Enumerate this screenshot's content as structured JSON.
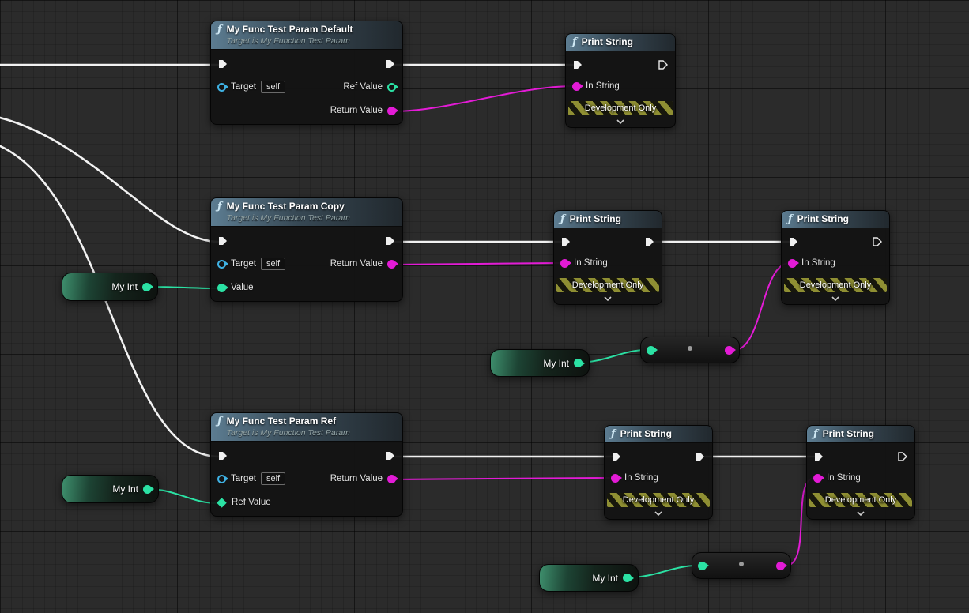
{
  "colors": {
    "exec": "#f2f2f2",
    "string": "#e31bd6",
    "int": "#2be2a4",
    "object": "#3fb2e4"
  },
  "nodes": {
    "func_default": {
      "title": "My Func Test Param Default",
      "subtitle": "Target is My Function Test Param",
      "target_label": "Target",
      "target_value": "self",
      "ref_value_label": "Ref Value",
      "return_value_label": "Return Value"
    },
    "func_copy": {
      "title": "My Func Test Param Copy",
      "subtitle": "Target is My Function Test Param",
      "target_label": "Target",
      "target_value": "self",
      "value_label": "Value",
      "return_value_label": "Return Value"
    },
    "func_ref": {
      "title": "My Func Test Param Ref",
      "subtitle": "Target is My Function Test Param",
      "target_label": "Target",
      "target_value": "self",
      "ref_value_label": "Ref Value",
      "return_value_label": "Return Value"
    },
    "print_string": {
      "title": "Print String",
      "in_string_label": "In String",
      "dev_only_label": "Development Only"
    },
    "my_int": {
      "label": "My Int"
    }
  }
}
